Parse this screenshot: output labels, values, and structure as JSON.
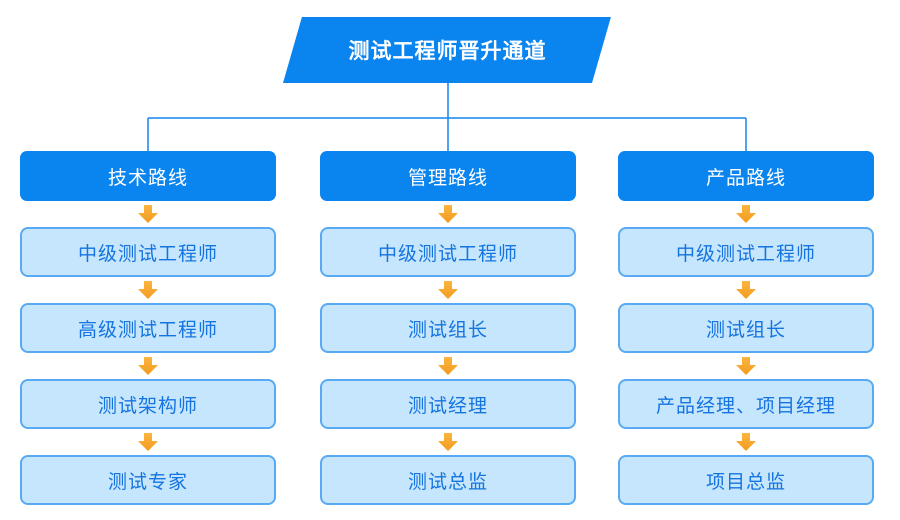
{
  "title": "测试工程师晋升通道",
  "columns": [
    {
      "header": "技术路线",
      "steps": [
        "中级测试工程师",
        "高级测试工程师",
        "测试架构师",
        "测试专家"
      ]
    },
    {
      "header": "管理路线",
      "steps": [
        "中级测试工程师",
        "测试组长",
        "测试经理",
        "测试总监"
      ]
    },
    {
      "header": "产品路线",
      "steps": [
        "中级测试工程师",
        "测试组长",
        "产品经理、项目经理",
        "项目总监"
      ]
    }
  ],
  "colors": {
    "primary_blue": "#0a84ef",
    "step_fill": "#c5e6fc",
    "step_border": "#58abf2",
    "step_text": "#1574e0",
    "arrow_orange_top": "#fcb53f",
    "arrow_orange_bottom": "#f29b1f",
    "connector_line": "#1385ee",
    "background": "#ffffff"
  }
}
